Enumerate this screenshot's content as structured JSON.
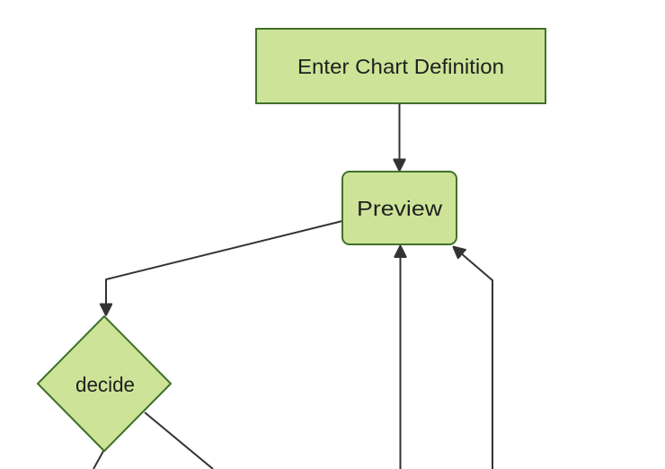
{
  "diagram": {
    "type": "flowchart",
    "orientation": "top-down",
    "nodes": [
      {
        "id": "enter-chart-definition",
        "shape": "rectangle",
        "label": "Enter Chart Definition"
      },
      {
        "id": "preview",
        "shape": "rounded-rectangle",
        "label": "Preview"
      },
      {
        "id": "decide",
        "shape": "diamond",
        "label": "decide"
      }
    ],
    "edges": [
      {
        "from": "enter-chart-definition",
        "to": "preview",
        "arrow": true
      },
      {
        "from": "preview",
        "to": "decide",
        "arrow": true
      },
      {
        "from": "offscreen-bottom",
        "to": "preview",
        "arrow": true
      },
      {
        "from": "offscreen-bottom-right",
        "to": "preview",
        "arrow": true
      },
      {
        "from": "decide",
        "to": "offscreen-bottom-left",
        "arrow": false
      },
      {
        "from": "decide",
        "to": "offscreen-bottom-right",
        "arrow": false
      }
    ]
  },
  "theme": {
    "background": "#ffffff",
    "node_fill": "#cde498",
    "node_border": "#41702a",
    "edge_color": "#333333",
    "text_color": "#1f1f1f"
  }
}
